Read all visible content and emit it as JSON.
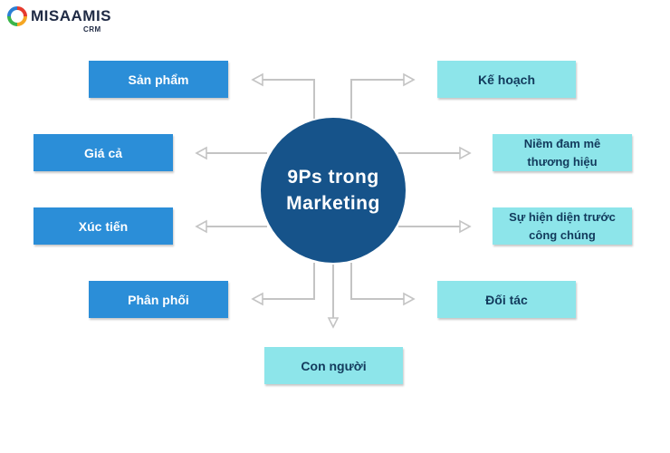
{
  "brand": {
    "name": "MISAAMIS",
    "sub": "CRM",
    "colors": [
      "#e63b2e",
      "#f5a623",
      "#3ab54a",
      "#2b7fd4"
    ]
  },
  "hub": {
    "title": "9Ps trong Marketing",
    "color": "#16538a"
  },
  "colors": {
    "left_box": "#2b8ed8",
    "right_box": "#8de5ea",
    "connector": "#c4c4c4"
  },
  "nodes": {
    "product": "Sản phẩm",
    "price": "Giá cả",
    "promotion": "Xúc tiến",
    "place": "Phân phối",
    "plan": "Kế hoạch",
    "passion": "Niềm đam mê thương hiệu",
    "presence": "Sự hiện diện trước công chúng",
    "partners": "Đối tác",
    "people": "Con người"
  }
}
